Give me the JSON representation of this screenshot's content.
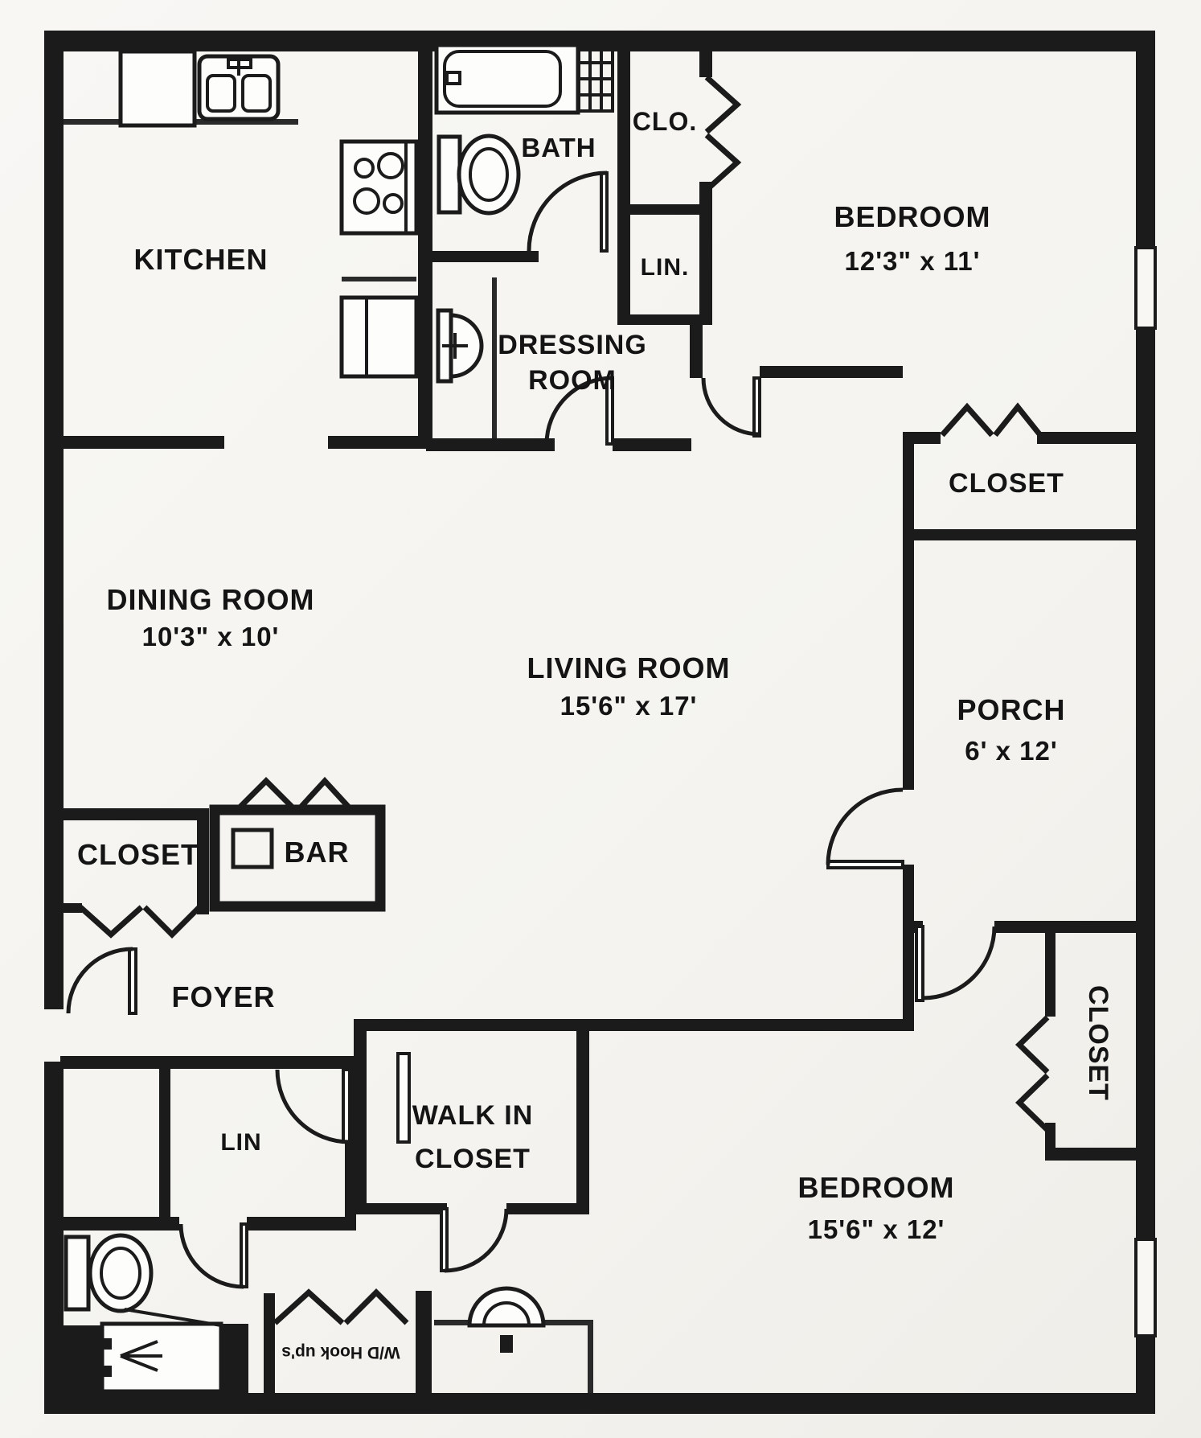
{
  "colors": {
    "ink": "#1b1b1b",
    "paper": "#f8f7f4"
  },
  "rooms": {
    "kitchen": {
      "label": "KITCHEN"
    },
    "bath": {
      "label": "BATH"
    },
    "closet_top": {
      "label": "CLO."
    },
    "linen_top": {
      "label": "LIN."
    },
    "dressing_room": {
      "label": "DRESSING",
      "label2": "ROOM"
    },
    "bedroom_top": {
      "label": "BEDROOM",
      "dims": "12'3\" x 11'"
    },
    "closet_bedroom_top": {
      "label": "CLOSET"
    },
    "porch": {
      "label": "PORCH",
      "dims": "6' x 12'"
    },
    "dining_room": {
      "label": "DINING ROOM",
      "dims": "10'3\" x 10'"
    },
    "living_room": {
      "label": "LIVING ROOM",
      "dims": "15'6\" x 17'"
    },
    "closet_hall": {
      "label": "CLOSET"
    },
    "bar": {
      "label": "BAR"
    },
    "foyer": {
      "label": "FOYER"
    },
    "linen_hall": {
      "label": "LIN"
    },
    "walk_in_closet": {
      "label": "WALK IN",
      "label2": "CLOSET"
    },
    "bedroom_bottom": {
      "label": "BEDROOM",
      "dims": "15'6\" x 12'"
    },
    "closet_bedroom_bottom": {
      "label": "CLOSET"
    },
    "washer_dryer": {
      "label": "W/D Hook up's"
    }
  }
}
